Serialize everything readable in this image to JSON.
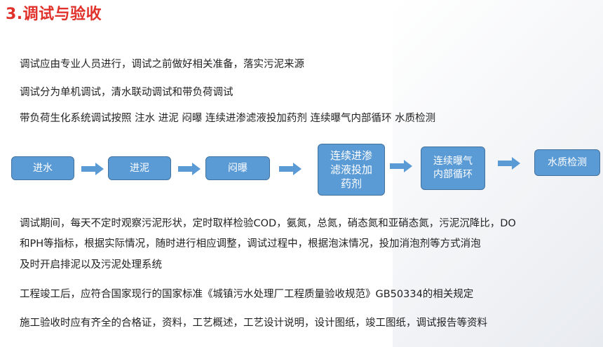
{
  "title": "3.调试与验收",
  "intro": [
    "调试应由专业人员进行，调试之前做好相关准备，落实污泥来源",
    "调试分为单机调试，清水联动调试和带负荷调试",
    "带负荷生化系统调试按照 注水  进泥  闷曝  连续进渗滤液投加药剂 连续曝气内部循环 水质检测"
  ],
  "flow": {
    "steps": [
      "进水",
      "进泥",
      "闷曝",
      "连续进渗滤液投加药剂",
      "连续曝气内部循环",
      "水质检测"
    ],
    "box_color": "#5b9bd5",
    "arrow_color": "#5b9bd5"
  },
  "details": [
    "调试期间，每天不定时观察污泥形状，定时取样检验COD，氨氮，总氮，硝态氮和亚硝态氮，污泥沉降比，DO",
    "和PH等指标，根据实际情况，随时进行相应调整，调试过程中，根据泡沫情况，投加消泡剂等方式消泡",
    "及时开启排泥以及污泥处理系统",
    "工程竣工后，应符合国家现行的国家标准《城镇污水处理厂工程质量验收规范》GB50334的相关规定",
    "施工验收时应有齐全的合格证，资料，工艺概述，工艺设计说明，设计图纸，竣工图纸，调试报告等资料"
  ]
}
